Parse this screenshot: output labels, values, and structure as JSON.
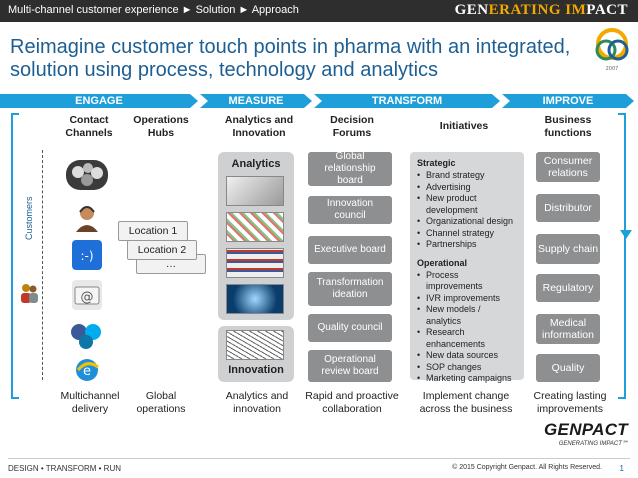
{
  "header": {
    "breadcrumb": "Multi-channel customer experience ► Solution ► Approach",
    "brand_part1": "GEN",
    "brand_part2": "ERATING IM",
    "brand_part3": "PACT"
  },
  "title": "Reimagine customer touch points in pharma with an integrated, solution using process, technology and analytics",
  "phases": [
    "ENGAGE",
    "MEASURE",
    "TRANSFORM",
    "IMPROVE"
  ],
  "columns": {
    "contact_channels": "Contact Channels",
    "operations_hubs": "Operations Hubs",
    "analytics_innovation": "Analytics and Innovation",
    "decision_forums": "Decision Forums",
    "initiatives": "Initiatives",
    "business_functions": "Business functions"
  },
  "side_label": "Customers",
  "channel_icons": [
    "chat-bubbles-icon",
    "agent-icon",
    "sms-icon",
    "email-icon",
    "social-media-icon",
    "web-icon"
  ],
  "locations": [
    "Location 1",
    "Location 2",
    "…"
  ],
  "analytics_panel": {
    "top_label": "Analytics",
    "bottom_label": "Innovation"
  },
  "decision_forums": [
    "Global relationship board",
    "Innovation council",
    "Executive board",
    "Transformation ideation",
    "Quality council",
    "Operational review board"
  ],
  "initiatives": {
    "strategic_title": "Strategic",
    "strategic": [
      "Brand strategy",
      "Advertising",
      "New product development",
      "Organizational design",
      "Channel strategy",
      "Partnerships"
    ],
    "operational_title": "Operational",
    "operational": [
      "Process improvements",
      "IVR improvements",
      "New models / analytics",
      "Research enhancements",
      "New data sources",
      "SOP changes",
      "Marketing campaigns"
    ]
  },
  "business_functions": [
    "Consumer relations",
    "Distributor",
    "Supply chain",
    "Regulatory",
    "Medical information",
    "Quality"
  ],
  "bottom_labels": [
    "Multichannel delivery",
    "Global operations",
    "Analytics and innovation",
    "Rapid and proactive collaboration",
    "Implement change across the business",
    "Creating lasting improvements"
  ],
  "logo": {
    "word": "GENPACT",
    "tagline": "GENERATING IMPACT℠"
  },
  "footer": {
    "left": "DESIGN • TRANSFORM • RUN",
    "copyright": "© 2015 Copyright Genpact. All Rights Reserved.",
    "page": "1"
  },
  "colors": {
    "accent_blue": "#1f9fd9",
    "title_blue": "#1d5f93",
    "gray_button": "#8e8f91",
    "panel_gray": "#cfd0d2",
    "brand_gold": "#f2a900"
  }
}
